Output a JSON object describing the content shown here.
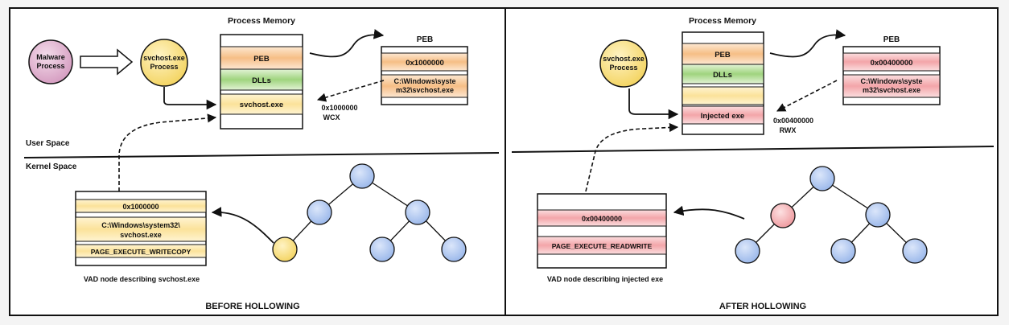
{
  "left": {
    "memory_title": "Process Memory",
    "mem_peb": "PEB",
    "mem_dlls": "DLLs",
    "mem_exe": "svchost.exe",
    "malware_line1": "Malware",
    "malware_line2": "Process",
    "svchost_line1": "svchost.exe",
    "svchost_line2": "Process",
    "peb_title": "PEB",
    "peb_addr": "0x1000000",
    "peb_path_line1": "C:\\Windows\\syste",
    "peb_path_line2": "m32\\svchost.exe",
    "addr_label": "0x1000000",
    "prot_label": "WCX",
    "vad_addr": "0x1000000",
    "vad_path_line1": "C:\\Windows\\system32\\",
    "vad_path_line2": "svchost.exe",
    "vad_prot": "PAGE_EXECUTE_WRITECOPY",
    "vad_caption": "VAD node describing svchost.exe",
    "panel_caption": "BEFORE HOLLOWING"
  },
  "right": {
    "memory_title": "Process Memory",
    "mem_peb": "PEB",
    "mem_dlls": "DLLs",
    "mem_injected": "Injected exe",
    "svchost_line1": "svchost.exe",
    "svchost_line2": "Process",
    "peb_title": "PEB",
    "peb_addr": "0x00400000",
    "peb_path_line1": "C:\\Windows\\syste",
    "peb_path_line2": "m32\\svchost.exe",
    "addr_label": "0x00400000",
    "prot_label": "RWX",
    "vad_addr": "0x00400000",
    "vad_prot": "PAGE_EXECUTE_READWRITE",
    "vad_caption": "VAD node describing injected exe",
    "panel_caption": "AFTER HOLLOWING"
  },
  "user_space_label": "User Space",
  "kernel_space_label": "Kernel Space",
  "colors": {
    "orange": "#f6be86",
    "green": "#9fd47e",
    "yellow": "#fbe29a",
    "red": "#f3a5a9",
    "purple": "#d9a6c6",
    "blue_node": "#a9c2ee",
    "yellow_node": "#f7dd78",
    "red_node": "#f2a9ad"
  }
}
